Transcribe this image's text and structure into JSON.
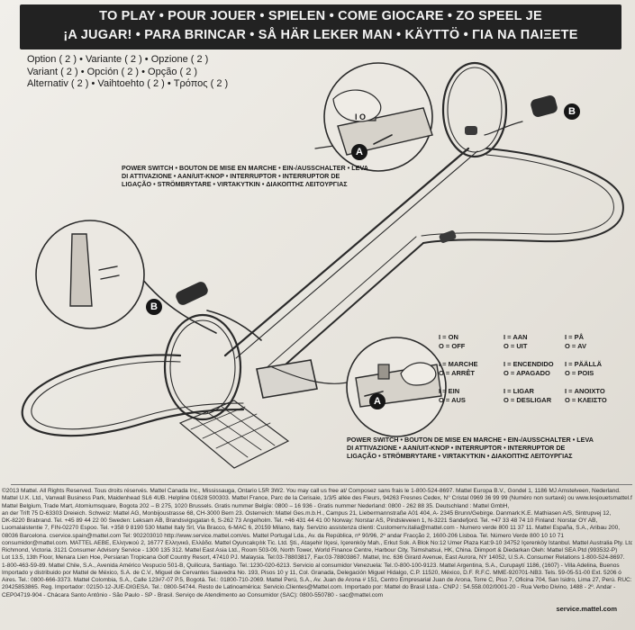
{
  "header": {
    "line1": "TO PLAY • POUR JOUER • SPIELEN • COME GIOCARE • ZO SPEEL JE",
    "line2": "¡A JUGAR! • PARA BRINCAR • SÅ HÄR LEKER MAN • KÄYTTÖ • ΓΙΑ ΝΑ ΠΑΙΞΕΤΕ"
  },
  "options": [
    "Option ( 2 ) • Variante ( 2 ) • Opzione ( 2 )",
    "Variant ( 2 ) • Opción ( 2 ) • Opção ( 2 )",
    "Alternativ ( 2 ) • Vaihtoehto ( 2 ) • Τρόπος ( 2 )"
  ],
  "callouts": {
    "a": "A",
    "b": "B",
    "switch_label": "I O"
  },
  "power_caption": [
    "POWER SWITCH • BOUTON DE MISE EN MARCHE • EIN-/AUSSCHALTER • LEVA",
    "DI ATTIVAZIONE • AAN/UIT-KNOP • INTERRUPTOR • INTERRUPTOR DE",
    "LIGAÇÃO • STRÖMBRYTARE • VIRTAKYTKIN • ΔΙΑΚΟΠΤΗΣ ΛΕΙΤΟΥΡΓΙΑΣ"
  ],
  "legend": [
    {
      "c1": [
        "I = ON",
        "O = OFF"
      ],
      "c2": [
        "I = AAN",
        "O = UIT"
      ],
      "c3": [
        "I = PÅ",
        "O = AV"
      ]
    },
    {
      "c1": [
        "I = MARCHE",
        "O = ARRÊT"
      ],
      "c2": [
        "I = ENCENDIDO",
        "O = APAGADO"
      ],
      "c3": [
        "I = PÄÄLLÄ",
        "O = POIS"
      ]
    },
    {
      "c1": [
        "I = EIN",
        "O = AUS"
      ],
      "c2": [
        "I = LIGAR",
        "O = DESLIGAR"
      ],
      "c3": [
        "I = ΑΝΟΙΧΤΟ",
        "O = ΚΛΕΙΣΤΟ"
      ]
    }
  ],
  "legal": [
    "©2013 Mattel. All Rights Reserved. Tous droits réservés. Mattel Canada Inc., Mississauga, Ontario L5R 3W2. You may call us free at/ Composez sans frais le 1-800-524-8697. Mattel Europa B.V., Gondel 1, 1186 MJ Amstelveen, Nederland.",
    "Mattel U.K. Ltd., Vanwall Business Park, Maidenhead SL6 4UB. Helpline 01628 500303. Mattel France, Parc de la Cerisaie, 1/3/5 allée des Fleurs, 94263 Fresnes Cedex, N° Cristal 0969 36 99 99 (Numéro non surtaxé) ou www.lesjouetsmattel.fr",
    "Mattel Belgium, Trade Mart, Atomiumsquare, Bogota 202 – B 275, 1020 Brussels. Gratis nummer Belgïe: 0800 – 16 936 - Gratis nummer Nederland: 0800 - 262 88 35. Deutschland : Mattel GmbH,",
    "an der Trift 75 D-63303 Dreieich. Schweiz: Mattel AG, Monbijoustrasse 68, CH-3000 Bern 23. Österreich: Mattel Ges.m.b.H., Campus 21, Liebermannstraße A01 404, A- 2345 Brunn/Gebirge. Danmark:K.E. Mathiasen A/S, Sintrupvej 12,",
    "DK-8220 Brabrand. Tel. +45 89 44 22 00 Sweden: Leksam AB, Brandsvigsgatan 6, S-262 73 Ängelholm. Tel. +46 431 44 41 00 Norway: Norstar AS, Pindsleveien 1, N-3221 Sandefjord. Tel. +47 33 48 74 10 Finland: Norstar OY AB,",
    "Luomalaistentie 7, FIN-02270 Espoo. Tel. +358 9 8190 530 Mattel Italy Srl, Via Bracco, 6-MAC 6, 20159 Milano, Italy. Servizio assistenza clienti: Customerrv.italia@mattel.com - Numero verde 800 11 37 11. Mattel España, S.A., Aribau 200,",
    "08036 Barcelona. cservice.spain@mattel.com Tel: 902203010 http://www.service.mattel.com/es. Mattel Portugal Lda., Av. da República, nº 90/96, 2º andar Fracção 2, 1600-206 Lisboa. Tel. Número Verde 800 10 10 71",
    "consumidor@mattel.com. MATTEL AEBE, Ελληνικού 2, 16777 Ελληνικό, Ελλάδα. Mattel Oyuncakçılık Tic. Ltd. Şti., Ataşehir İlçesi, İçerenköy Mah., Erkut Sok. A Blok No:12 Umer Plaza Kat:9-10 34752 İçerenköy İstanbul. Mattel Australia Pty. Ltd.,",
    "Richmond, Victoria. 3121 Consumer Advisory Service - 1300 135 312. Mattel East Asia Ltd., Room 503-09, North Tower, World Finance Centre, Harbour City, Tsimshatsui, HK, China. Diimport & Diedarkan Oleh: Mattel SEA Ptd (993532-P)",
    "Lot 13.5, 13th Floor, Menara Lien Hoe, Persiaran Tropicana Golf Country Resort, 47410 PJ. Malaysia. Tel:03-78803817, Fax:03-78803867. Mattel, Inc. 636 Girard Avenue, East Aurora, NY 14052, U.S.A. Consumer Relations 1-800-524-8697.",
    "1-800-463-59-89. Mattel Chile, S.A., Avenida Américo Vespucio 501-B, Quilicura, Santiago. Tel.:1230-020-6213. Servicio al consumidor Venezuela: Tel.:0-800-100-9123. Mattel Argentina, S.A., Curupaytí 1186, (1607) - Villa Adelina, Buenos",
    "Importado y distribuido por Mattel de México, S.A. de C.V., Miguel de Cervantes Saavedra No. 193, Pisos 10 y 11, Col. Granada, Delegación Miguel Hidalgo, C.P. 11520, México, D.F. R.F.C. MME-920701-NB3. Tels. 59-05-51-00 Ext. 5206 ó",
    "Aires. Tel.: 0800-666-3373. Mattel Colombia, S.A., Calle 123#7-07 P.5, Bogotá. Tel.: 01800-710-2069. Mattel Perú, S.A., Av. Juan de Arona # 151, Centro Empresarial Juan de Arona, Torre C, Piso 7, Oficina 704, San Isidro, Lima 27, Perú. RUC:",
    "20425853865. Reg. Importador: 02150-12-JUE-DIGESA. Tel.: 0800-54744. Resto de Latinoamérica: Servicio.Clientes@Mattel.com. Importado por: Mattel do Brasil Ltda.- CNPJ : 54.558.002/0001-20 - Rua Verbo Divino, 1488 - 2º. Andar -",
    "CEP04719-904 - Chácara Santo Antônio - São Paulo - SP - Brasil. Serviço de Atendimento ao Consumidor (SAC): 0800-550780 - sac@mattel.com"
  ],
  "website": "service.mattel.com"
}
